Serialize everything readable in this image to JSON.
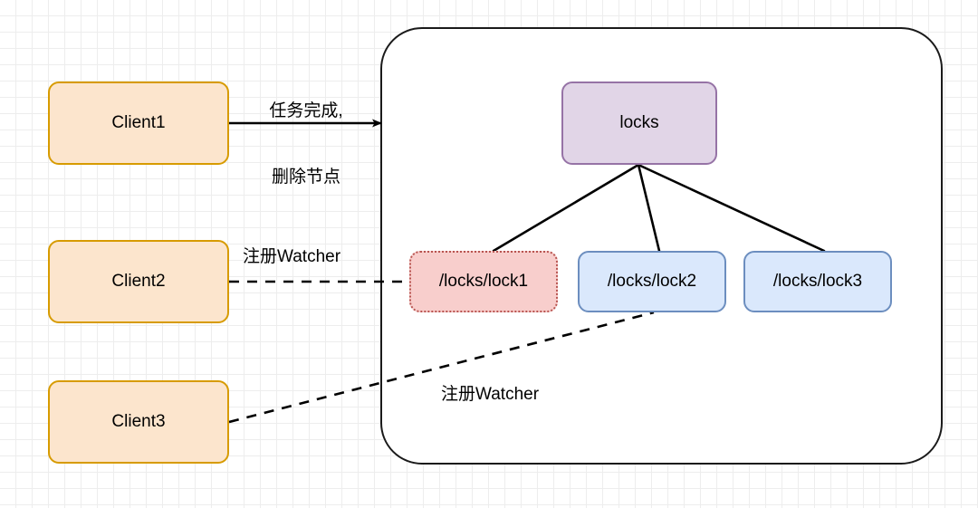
{
  "diagram": {
    "title": "ZooKeeper distributed lock watcher diagram",
    "colors": {
      "client_fill": "#fce5cd",
      "client_stroke": "#d79b00",
      "root_fill": "#e1d5e7",
      "root_stroke": "#9673a6",
      "lock_blue_fill": "#dae8fc",
      "lock_blue_stroke": "#6c8ebf",
      "lock_red_fill": "#f8cecc",
      "lock_red_stroke": "#b85450",
      "container_stroke": "#1a1a1a",
      "edge_stroke": "#000000",
      "grid_minor": "#ededed",
      "grid_major": "#dcdcdc"
    },
    "clients": [
      {
        "id": "client1",
        "label": "Client1"
      },
      {
        "id": "client2",
        "label": "Client2"
      },
      {
        "id": "client3",
        "label": "Client3"
      }
    ],
    "root_node": {
      "id": "locks",
      "label": "locks"
    },
    "lock_nodes": [
      {
        "id": "lock1",
        "label": "/locks/lock1",
        "state": "deleted"
      },
      {
        "id": "lock2",
        "label": "/locks/lock2",
        "state": "active"
      },
      {
        "id": "lock3",
        "label": "/locks/lock3",
        "state": "active"
      }
    ],
    "edge_labels": {
      "client1_action_line1": "任务完成,",
      "client1_action_line2": "删除节点",
      "client2_watcher": "注册Watcher",
      "client3_watcher": "注册Watcher"
    }
  }
}
